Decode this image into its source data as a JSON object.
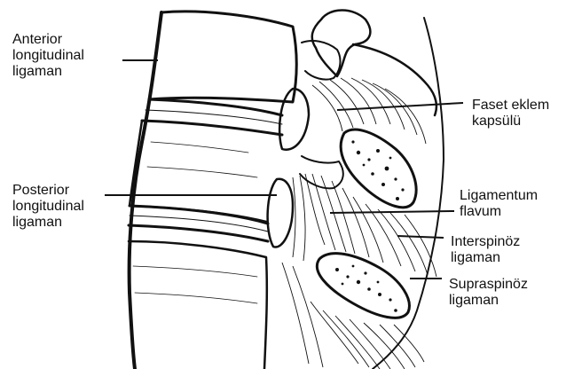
{
  "colors": {
    "ink": "#111111",
    "background": "#ffffff"
  },
  "labels": {
    "anterior_longitudinal": [
      "Anterior",
      "longitudinal",
      "ligaman"
    ],
    "posterior_longitudinal": [
      "Posterior",
      "longitudinal",
      "ligaman"
    ],
    "faset_eklem": [
      "Faset eklem",
      "kapsülü"
    ],
    "ligamentum_flavum": [
      "Ligamentum",
      "flavum"
    ],
    "interspinoz": [
      "Interspinöz",
      "ligaman"
    ],
    "supraspinoz": [
      "Supraspinöz",
      "ligaman"
    ]
  }
}
